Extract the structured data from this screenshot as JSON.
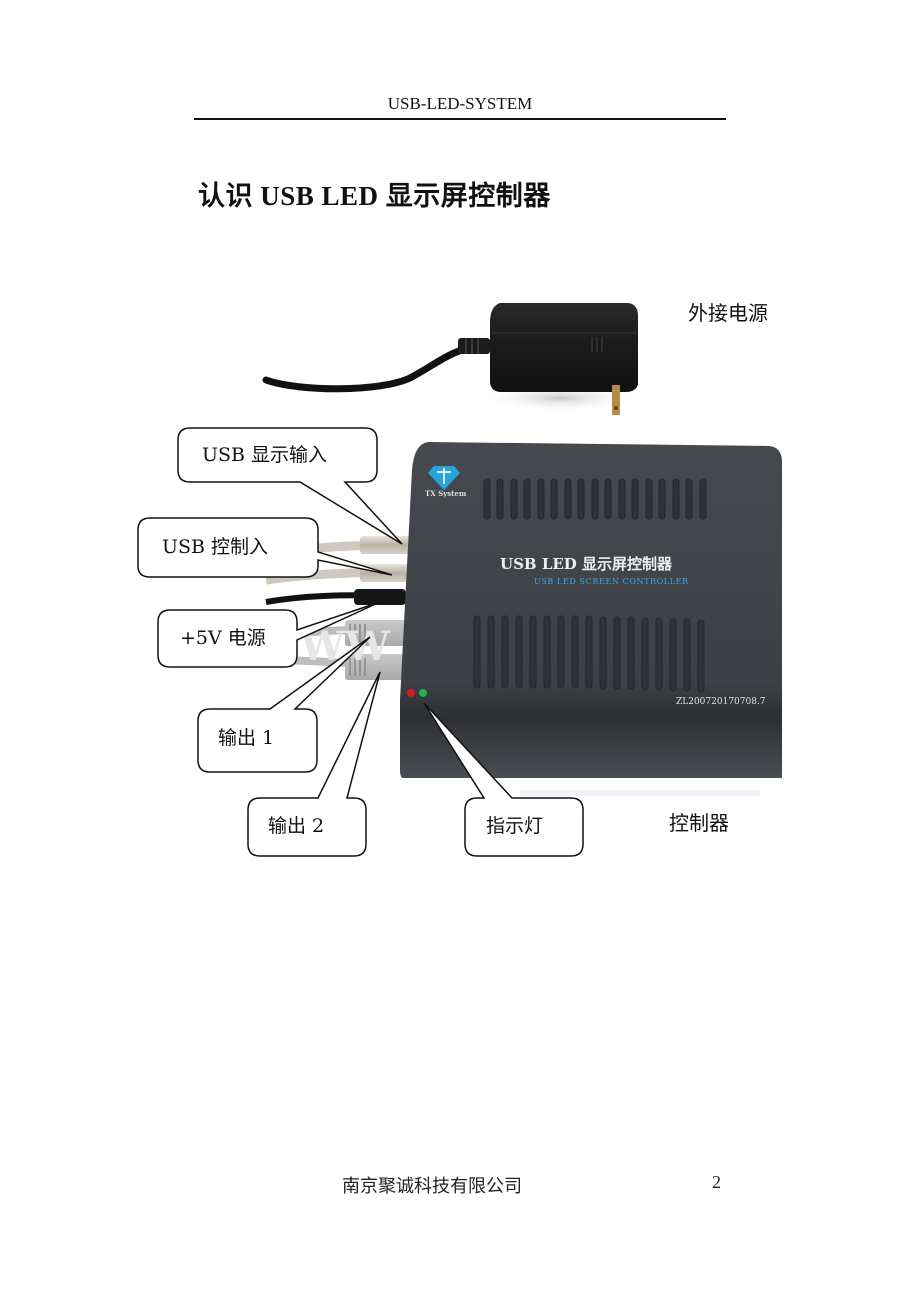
{
  "header": {
    "running_title": "USB-LED-SYSTEM"
  },
  "title": {
    "cn_prefix": "认识",
    "latin": " USB LED ",
    "cn_suffix": " 显示屏控制器"
  },
  "figure": {
    "power_adapter_label": "外接电源",
    "controller_label": "控制器",
    "device": {
      "brand": "TX System",
      "silk_title": "USB LED 显示屏控制器",
      "silk_subtitle": "USB LED SCREEN CONTROLLER",
      "serial": "ZL200720170708.7",
      "vent_rows": 2,
      "vents_per_row": 17,
      "leds": [
        {
          "color": "#d81b1b"
        },
        {
          "color": "#22b14c"
        }
      ],
      "body_color": "#3c3f44"
    },
    "callouts": [
      {
        "id": "usb-display-input",
        "text": "USB 显示输入"
      },
      {
        "id": "usb-control-input",
        "text": "USB 控制入"
      },
      {
        "id": "power-5v",
        "text": "+5V 电源"
      },
      {
        "id": "output-1",
        "text": "输出 1"
      },
      {
        "id": "output-2",
        "text": "输出 2"
      },
      {
        "id": "indicator-light",
        "text": "指示灯"
      }
    ],
    "watermark": "WWW"
  },
  "footer": {
    "company": "南京聚诚科技有限公司",
    "page_number": "2"
  }
}
